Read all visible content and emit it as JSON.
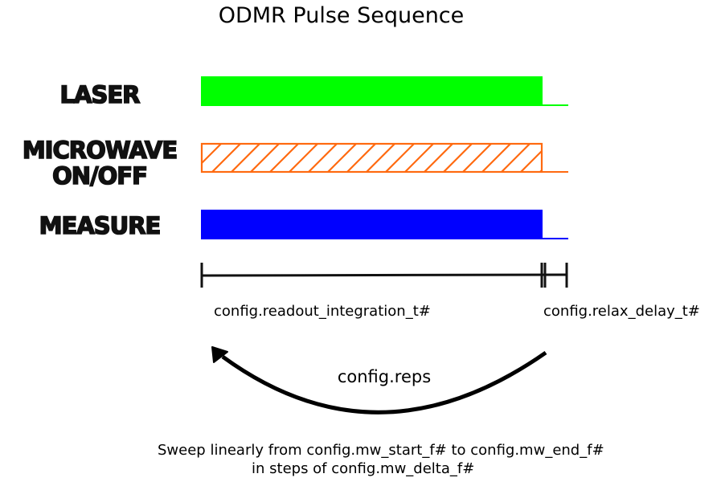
{
  "title": "ODMR Pulse Sequence",
  "channels": [
    {
      "lines": [
        "LASER"
      ],
      "color": "#00ff00",
      "fill": "solid"
    },
    {
      "lines": [
        "MICROWAVE",
        "ON/OFF"
      ],
      "color": "#ff6a10",
      "fill": "hatched"
    },
    {
      "lines": [
        "MEASURE"
      ],
      "color": "#0000ff",
      "fill": "solid"
    }
  ],
  "timing": {
    "readout_label": "config.readout_integration_t#",
    "relax_label": "config.relax_delay_t#"
  },
  "loop": {
    "label": "config.reps"
  },
  "footer": {
    "line1": "Sweep linearly from config.mw_start_f# to config.mw_end_f#",
    "line2": "in steps of config.mw_delta_f#"
  }
}
